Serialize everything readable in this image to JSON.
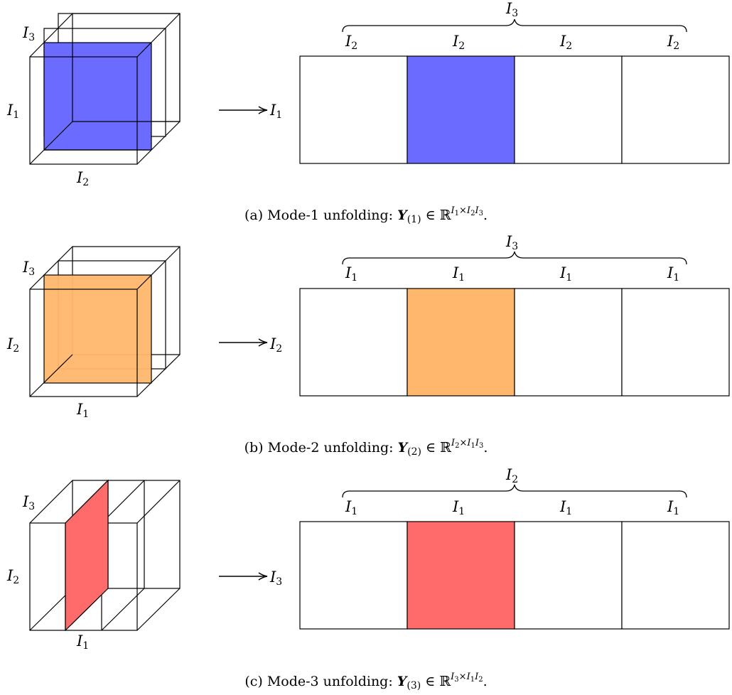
{
  "colors": {
    "mode1": "#6b6bff",
    "mode2": "#ffb76b",
    "mode3": "#ff6b6b",
    "stroke": "#000000"
  },
  "panels": [
    {
      "id": "a",
      "tensor": {
        "left_label": "I",
        "left_sub": "1",
        "depth_label": "I",
        "depth_sub": "3",
        "bottom_label": "I",
        "bottom_sub": "2"
      },
      "row_label": "I",
      "row_sub": "1",
      "brace_label": "I",
      "brace_sub": "3",
      "blocks": [
        {
          "l": "I",
          "s": "2"
        },
        {
          "l": "I",
          "s": "2"
        },
        {
          "l": "I",
          "s": "2"
        },
        {
          "l": "I",
          "s": "2"
        }
      ],
      "caption": {
        "prefix": "(a) Mode-1 unfolding: ",
        "var": "Y",
        "var_sub": "(1)",
        "in": " ∈ ℝ",
        "sup_a": "I",
        "sup_a_sub": "1",
        "times": "×",
        "sup_b": "I",
        "sup_b_sub": "2",
        "sup_c": "I",
        "sup_c_sub": "3",
        "end": "."
      }
    },
    {
      "id": "b",
      "tensor": {
        "left_label": "I",
        "left_sub": "2",
        "depth_label": "I",
        "depth_sub": "3",
        "bottom_label": "I",
        "bottom_sub": "1"
      },
      "row_label": "I",
      "row_sub": "2",
      "brace_label": "I",
      "brace_sub": "3",
      "blocks": [
        {
          "l": "I",
          "s": "1"
        },
        {
          "l": "I",
          "s": "1"
        },
        {
          "l": "I",
          "s": "1"
        },
        {
          "l": "I",
          "s": "1"
        }
      ],
      "caption": {
        "prefix": "(b) Mode-2 unfolding: ",
        "var": "Y",
        "var_sub": "(2)",
        "in": " ∈ ℝ",
        "sup_a": "I",
        "sup_a_sub": "2",
        "times": "×",
        "sup_b": "I",
        "sup_b_sub": "1",
        "sup_c": "I",
        "sup_c_sub": "3",
        "end": "."
      }
    },
    {
      "id": "c",
      "tensor": {
        "left_label": "I",
        "left_sub": "2",
        "depth_label": "I",
        "depth_sub": "3",
        "bottom_label": "I",
        "bottom_sub": "1"
      },
      "row_label": "I",
      "row_sub": "3",
      "brace_label": "I",
      "brace_sub": "2",
      "blocks": [
        {
          "l": "I",
          "s": "1"
        },
        {
          "l": "I",
          "s": "1"
        },
        {
          "l": "I",
          "s": "1"
        },
        {
          "l": "I",
          "s": "1"
        }
      ],
      "caption": {
        "prefix": "(c) Mode-3 unfolding: ",
        "var": "Y",
        "var_sub": "(3)",
        "in": " ∈ ℝ",
        "sup_a": "I",
        "sup_a_sub": "3",
        "times": "×",
        "sup_b": "I",
        "sup_b_sub": "1",
        "sup_c": "I",
        "sup_c_sub": "2",
        "end": "."
      }
    }
  ]
}
